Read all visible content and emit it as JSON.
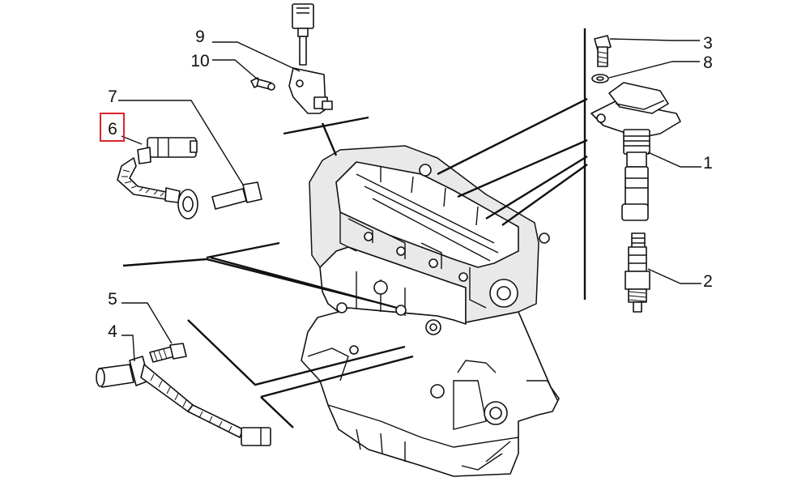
{
  "diagram": {
    "highlight_color": "#d9252b",
    "callouts": [
      {
        "id": "9",
        "label": "9"
      },
      {
        "id": "10",
        "label": "10"
      },
      {
        "id": "7",
        "label": "7"
      },
      {
        "id": "6",
        "label": "6",
        "highlighted": true
      },
      {
        "id": "5",
        "label": "5"
      },
      {
        "id": "4",
        "label": "4"
      },
      {
        "id": "3",
        "label": "3"
      },
      {
        "id": "8",
        "label": "8"
      },
      {
        "id": "1",
        "label": "1"
      },
      {
        "id": "2",
        "label": "2"
      }
    ],
    "parts": [
      {
        "id": "9",
        "icon": "cam-sensor-bracket-icon"
      },
      {
        "id": "10",
        "icon": "bolt-icon"
      },
      {
        "id": "7",
        "icon": "bolt-icon"
      },
      {
        "id": "6",
        "icon": "knock-sensor-icon"
      },
      {
        "id": "5",
        "icon": "bolt-icon"
      },
      {
        "id": "4",
        "icon": "crank-sensor-icon"
      },
      {
        "id": "3",
        "icon": "bolt-icon"
      },
      {
        "id": "8",
        "icon": "washer-icon"
      },
      {
        "id": "1",
        "icon": "ignition-coil-icon"
      },
      {
        "id": "2",
        "icon": "spark-plug-icon"
      }
    ],
    "engine_icon": "engine-block-icon"
  }
}
